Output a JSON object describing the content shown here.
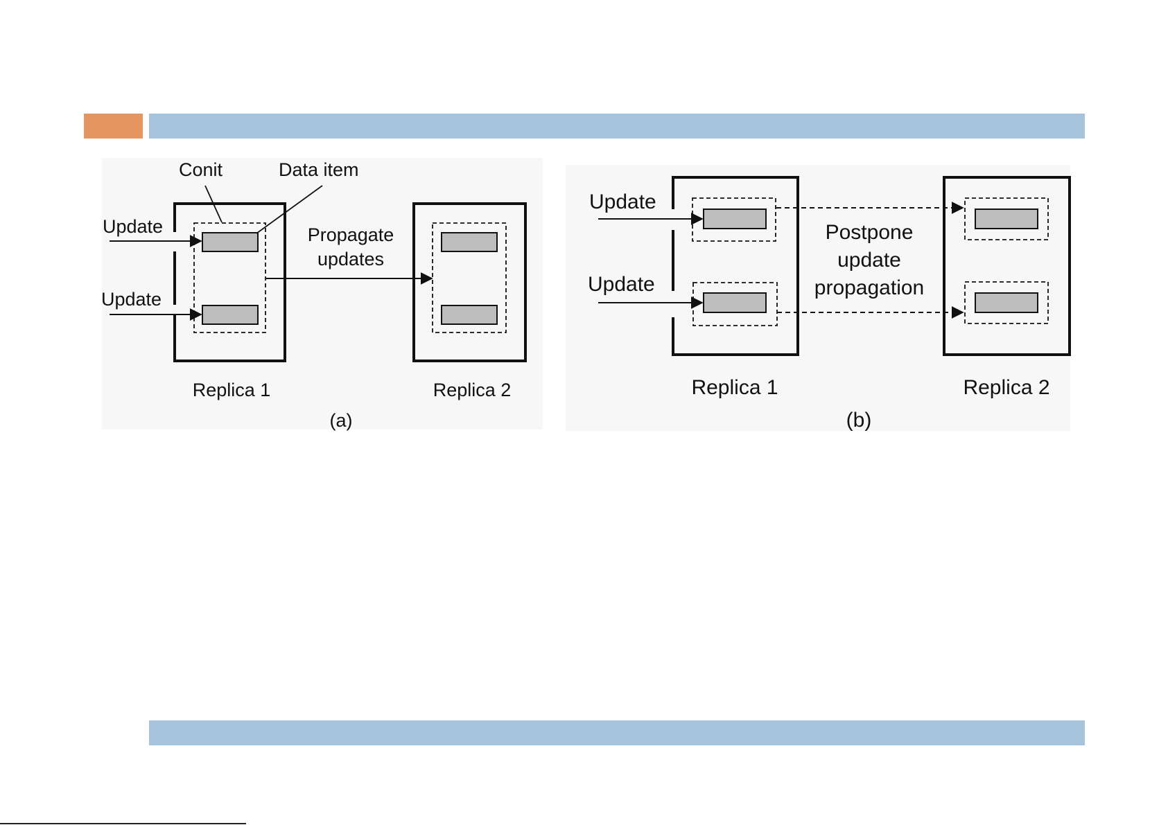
{
  "colors": {
    "accent": "#e39660",
    "bar": "#a5c3dc",
    "data_item_fill": "#bdbdbd",
    "panel_bg": "#f7f7f7"
  },
  "diagram_a": {
    "conit_label": "Conit",
    "data_item_label": "Data item",
    "update_label_1": "Update",
    "update_label_2": "Update",
    "propagate_line_1": "Propagate",
    "propagate_line_2": "updates",
    "replica_1_label": "Replica 1",
    "replica_2_label": "Replica 2",
    "caption": "(a)"
  },
  "diagram_b": {
    "update_label_1": "Update",
    "update_label_2": "Update",
    "postpone_line_1": "Postpone",
    "postpone_line_2": "update",
    "postpone_line_3": "propagation",
    "replica_1_label": "Replica 1",
    "replica_2_label": "Replica 2",
    "caption": "(b)"
  }
}
